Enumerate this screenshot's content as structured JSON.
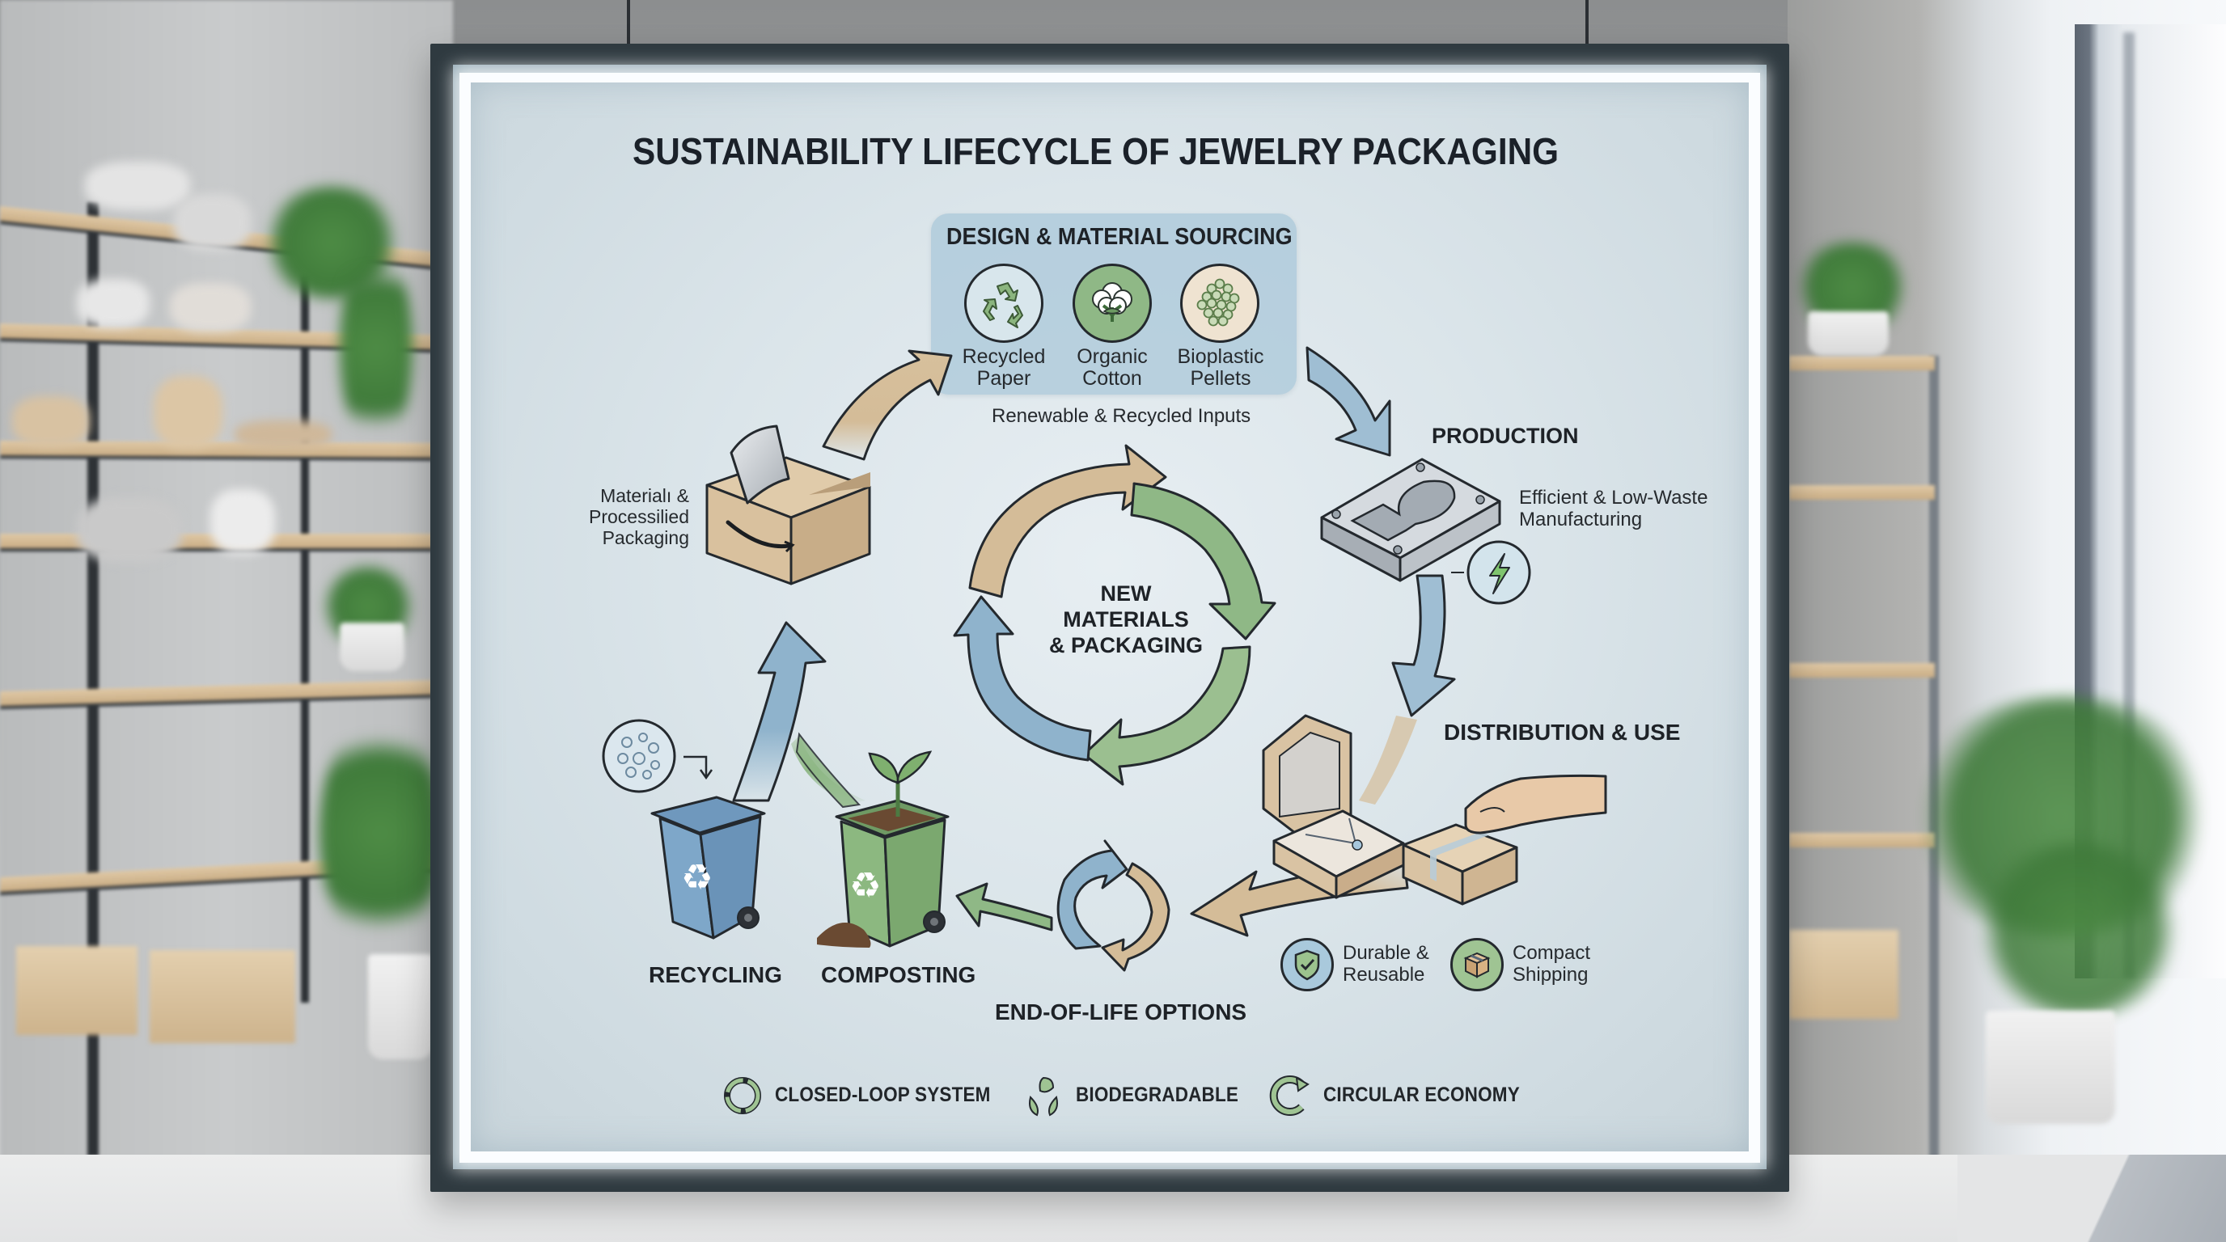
{
  "title": "SUSTAINABILITY LIFECYCLE OF JEWELRY PACKAGING",
  "stages": {
    "sourcing": {
      "heading": "DESIGN & MATERIAL SOURCING",
      "materials": [
        {
          "icon": "recycle-icon",
          "line1": "Recycled",
          "line2": "Paper"
        },
        {
          "icon": "cotton-icon",
          "line1": "Organic",
          "line2": "Cotton"
        },
        {
          "icon": "pellets-icon",
          "line1": "Bioplastic",
          "line2": "Pellets"
        }
      ],
      "caption": "Renewable & Recycled Inputs"
    },
    "production": {
      "heading": "PRODUCTION",
      "caption_line1": "Efficient & Low-Waste",
      "caption_line2": "Manufacturing",
      "icon": "mold-icon",
      "badge_icon": "lightning-icon"
    },
    "distribution": {
      "heading": "DISTRIBUTION & USE",
      "icon": "jewelry-box-icon",
      "features": [
        {
          "icon": "shield-check-icon",
          "line1": "Durable &",
          "line2": "Reusable"
        },
        {
          "icon": "shipping-box-icon",
          "line1": "Compact",
          "line2": "Shipping"
        }
      ]
    },
    "end_of_life": {
      "heading": "END-OF-LIFE OPTIONS",
      "options": [
        {
          "label": "RECYCLING",
          "icon": "recycling-bin-icon"
        },
        {
          "label": "COMPOSTING",
          "icon": "compost-bin-icon"
        }
      ]
    },
    "reprocessed": {
      "line1": "Materialı &",
      "line2": "Processilied",
      "line3": "Packaging",
      "icon": "cardboard-box-icon"
    }
  },
  "center": {
    "line1": "NEW",
    "line2": "MATERIALS",
    "line3": "& PACKAGING"
  },
  "legend": [
    {
      "icon": "closed-loop-icon",
      "label": "CLOSED-LOOP SYSTEM"
    },
    {
      "icon": "biodegradable-icon",
      "label": "BIODEGRADABLE"
    },
    {
      "icon": "circular-economy-icon",
      "label": "CIRCULAR ECONOMY"
    }
  ],
  "colors": {
    "blue": "#8fb3cc",
    "green": "#8fb886",
    "tan": "#d4bc98",
    "outline": "#24292e",
    "panel": "#dbe5ea",
    "frame": "#2f3a40"
  }
}
